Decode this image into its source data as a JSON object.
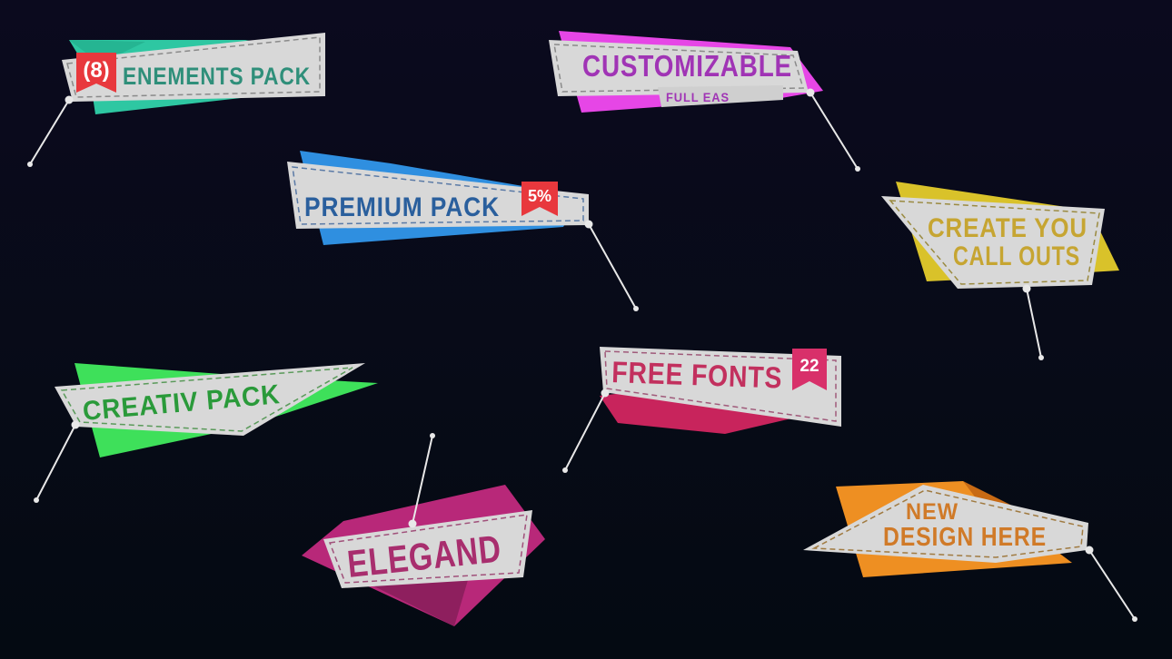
{
  "colors": {
    "background": "#0a0a1c",
    "paper": "#d8d8d8",
    "leader": "#e8e8e8",
    "badge_red": "#e8383d"
  },
  "callouts": [
    {
      "id": "elements-pack",
      "text": "ENEMENTS PACK",
      "badge": "(8)",
      "text_color": "#2f8f7a",
      "accent": "#2ec7a2"
    },
    {
      "id": "customizable",
      "text": "CUSTOMIZABLE",
      "subtext": "FULL EAS",
      "text_color": "#a034b5",
      "accent": "#e646e6"
    },
    {
      "id": "premium-pack",
      "text": "PREMIUM PACK",
      "badge": "5%",
      "text_color": "#2a5f9d",
      "accent": "#2f8fe0"
    },
    {
      "id": "create-callouts",
      "line1": "CREATE YOU",
      "line2": "CALL OUTS",
      "text_color": "#c6a532",
      "accent": "#d9c22a"
    },
    {
      "id": "creativ-pack",
      "text": "CREATIV PACK",
      "text_color": "#2a9a3a",
      "accent": "#3ee05a"
    },
    {
      "id": "free-fonts",
      "text": "FREE FONTS",
      "badge": "22",
      "text_color": "#c2305e",
      "accent": "#c8245c"
    },
    {
      "id": "elegand",
      "text": "ELEGAND",
      "text_color": "#a82e6e",
      "accent": "#b82879"
    },
    {
      "id": "new-design",
      "line1": "NEW",
      "line2": "DESIGN HERE",
      "text_color": "#d07a28",
      "accent": "#ee8f22"
    }
  ]
}
